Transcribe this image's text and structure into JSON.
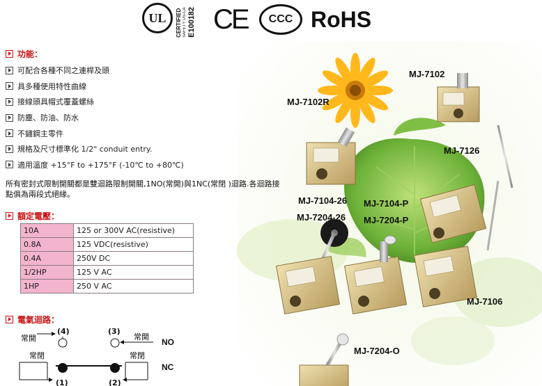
{
  "certifications": {
    "ul_mark": "UL",
    "ul_certified": "CERTIFIED",
    "ul_safety": "SAFETY US-CA",
    "ul_file_no": "E100182",
    "ce_mark": "CE",
    "ccc_mark": "CCC",
    "rohs_mark": "RoHS"
  },
  "features_section": {
    "title": "功能：",
    "items": [
      "可配合各種不同之連桿及頭",
      "具多種使用特性曲線",
      "接線頭具帽式覆蓋螺絲",
      "防塵、防油、防水",
      "不鏽鋼主零件",
      "規格及尺寸標準化 1/2\" conduit entry.",
      "適用溫度 +15°F  to +175°F  (-10℃ to  +80℃)"
    ]
  },
  "description": "所有密封式限制開關都是雙迴路限制開關,1NO(常開)與1NC(常閉 )迴路.各迴路接點俱為兩段式絕緣。",
  "rating_section": {
    "title": "額定電壓：",
    "rows": [
      {
        "current": "10A",
        "voltage": "125 or 300V AC(resistive)"
      },
      {
        "current": "0.8A",
        "voltage": "125 VDC(resistive)"
      },
      {
        "current": "0.4A",
        "voltage": "250V DC"
      },
      {
        "current": "1/2HP",
        "voltage": "125 V AC"
      },
      {
        "current": "1HP",
        "voltage": "250 V AC"
      }
    ]
  },
  "circuit_section": {
    "title": "電氣迴路：",
    "left_no_label": "常開",
    "right_no_label": "常開",
    "left_nc_label": "常閉",
    "right_nc_label": "常閉",
    "term_4": "(4)",
    "term_3": "(3)",
    "term_1": "(1)",
    "term_2": "(2)",
    "no_label": "NO",
    "nc_label": "NC"
  },
  "models": {
    "m7102": "MJ-7102",
    "m7102r": "MJ-7102R",
    "m7126": "MJ-7126",
    "m7104_26": "MJ-7104-26",
    "m7104_p": "MJ-7104-P",
    "m7204_26": "MJ-7204-26",
    "m7204_p": "MJ-7204-P",
    "m7106": "MJ-7106",
    "m7204_o": "MJ-7204-O"
  },
  "colors": {
    "accent_red": "#cc1010",
    "table_pink": "#f3b4cd",
    "switch_body": "#d9c58f"
  }
}
